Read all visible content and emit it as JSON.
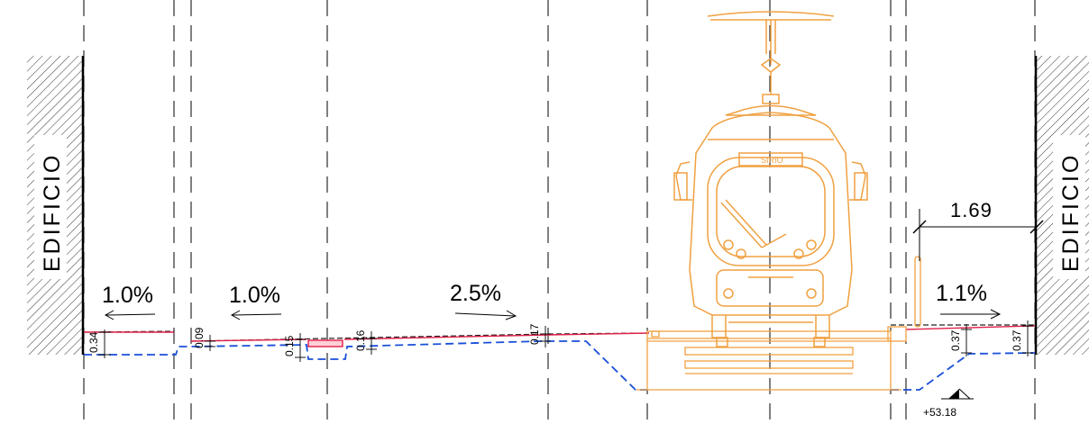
{
  "labels": {
    "building_left": "EDIFICIO",
    "building_right": "EDIFICIO",
    "tram_name": "SIRIO"
  },
  "slopes": {
    "s1": "1.0%",
    "s2": "1.0%",
    "s3": "2.5%",
    "s4": "1.1%"
  },
  "dimensions": {
    "width_right": "1.69",
    "d1": "0.34",
    "d2": "0.09",
    "d3": "0.15",
    "d4": "0.16",
    "d5": "0.17",
    "d6": "0.37",
    "d7": "0.37"
  },
  "elevation": {
    "level": "+53.18"
  },
  "colors": {
    "tram": "#f0a040",
    "finished_surface": "#e0204a",
    "existing_surface": "#202020",
    "excavation": "#1a4fd8",
    "lines": "#000000"
  }
}
